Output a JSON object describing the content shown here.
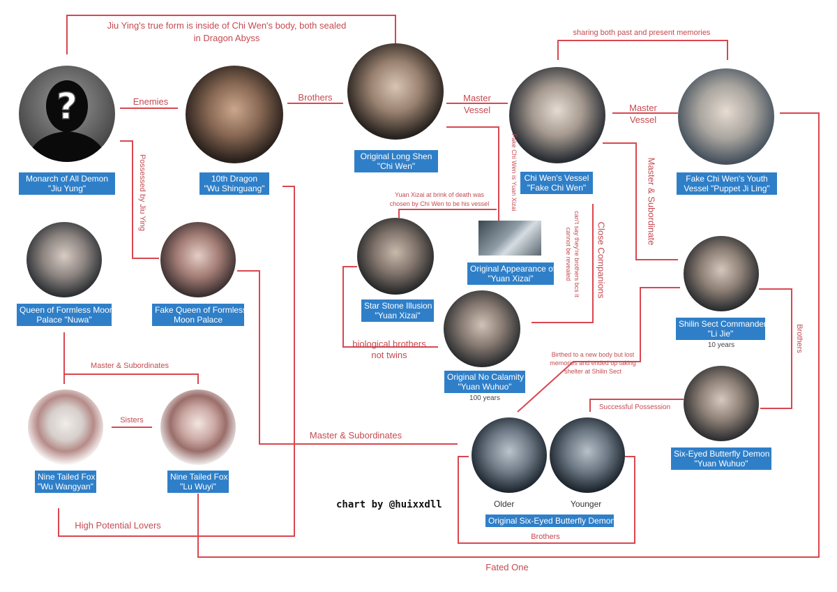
{
  "credit": "chart by @huixxdll",
  "characters": {
    "jiu_yung": {
      "label_line1": "Monarch of All Demon",
      "label_line2": "\"Jiu Yung\""
    },
    "wu_shinguang": {
      "label_line1": "10th Dragon",
      "label_line2": "\"Wu Shinguang\""
    },
    "chi_wen": {
      "label_line1": "Original Long Shen",
      "label_line2": "\"Chi Wen\""
    },
    "fake_chi_wen": {
      "label_line1": "Chi Wen's Vessel",
      "label_line2": "\"Fake Chi Wen\""
    },
    "puppet_ji_ling": {
      "label_line1": "Fake Chi Wen's Youth",
      "label_line2": "Vessel \"Puppet Ji Ling\""
    },
    "nuwa": {
      "label_line1": "Queen of Formless Moon",
      "label_line2": "Palace \"Nuwa\""
    },
    "fake_queen": {
      "label_line1": "Fake Queen of Formless",
      "label_line2": "Moon Palace"
    },
    "star_stone": {
      "label_line1": "Star Stone Illusion",
      "label_line2": "\"Yuan Xizai\""
    },
    "orig_appearance": {
      "label_line1": "Original Appearance of",
      "label_line2": "\"Yuan Xizai\""
    },
    "no_calamity": {
      "label_line1": "Original No Calamity",
      "label_line2": "\"Yuan Wuhuo\"",
      "age": "100 years"
    },
    "li_jie": {
      "label_line1": "Shilin Sect Commander",
      "label_line2": "\"Li Jie\"",
      "age": "10 years"
    },
    "butterfly_demon": {
      "label_line1": "Six-Eyed Butterfly Demon",
      "label_line2": "\"Yuan Wuhuo\""
    },
    "wu_wangyan": {
      "label_line1": "Nine Tailed Fox",
      "label_line2": "\"Wu Wangyan\""
    },
    "lu_wuyi": {
      "label_line1": "Nine Tailed Fox",
      "label_line2": "\"Lu Wuyi\""
    },
    "orig_butterfly": {
      "label": "Original Six-Eyed Butterfly Demon",
      "older": "Older",
      "younger": "Younger"
    }
  },
  "relations": {
    "top_note_line1": "Jiu Ying's true form is inside of Chi Wen's body, both sealed",
    "top_note_line2": "in Dragon Abyss",
    "shared_memories": "sharing both past and present memories",
    "enemies": "Enemies",
    "brothers_top": "Brothers",
    "master1": "Master",
    "vessel1": "Vessel",
    "master2": "Master",
    "vessel2": "Vessel",
    "possessed": "Possessed by Jiu Ying",
    "fake_is_yuan": "Fake Chi Wen is Yuan Xizai",
    "brink_line1": "Yuan Xizai at brink of death was",
    "brink_line2": "chosen by Chi Wen to be his vessel",
    "master_subordinate": "Master & Subordinate",
    "close_companions": "Close Companions",
    "cant_say_line1": "can't say they're brothers bcs it",
    "cant_say_line2": "cannot be revealed",
    "bio_brothers_line1": "biological brothers",
    "bio_brothers_line2": "not twins",
    "birthed_line1": "Birthed to a new body but lost",
    "birthed_line2": "memories and ended up taking",
    "birthed_line3": "shelter at Shilin Sect",
    "brothers_right": "Brothers",
    "master_subs_left": "Master & Subordinates",
    "sisters": "Sisters",
    "master_subs_center": "Master & Subordinates",
    "successful_possession": "Successful Possession",
    "high_potential": "High Potential Lovers",
    "brothers_bottom": "Brothers",
    "fated_one": "Fated One"
  },
  "colors": {
    "line": "#d9464f",
    "badge": "#2f7fc8"
  }
}
